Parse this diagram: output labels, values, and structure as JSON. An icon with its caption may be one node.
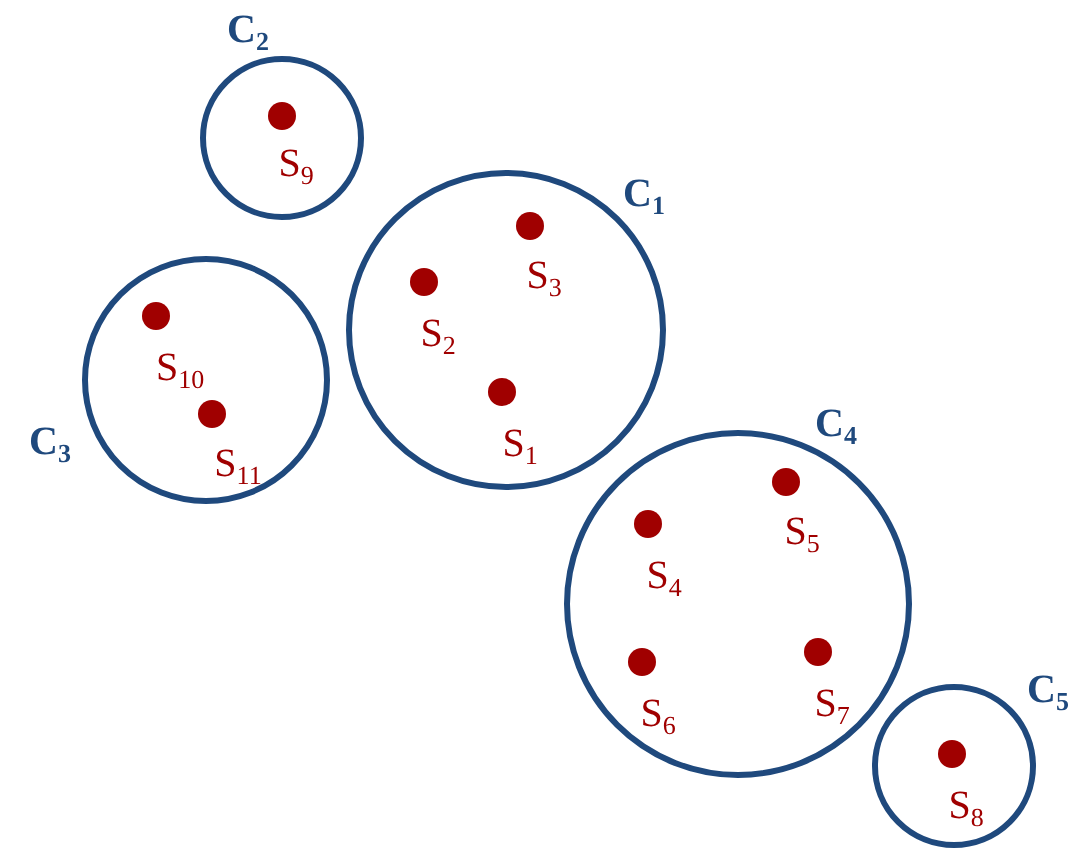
{
  "diagram": {
    "nodes": [
      {
        "text": [
          "C$_{2}$"
        ]
      },
      {
        "text": [
          "S$_{9}$"
        ],
        "in": 0
      },
      {
        "text": [
          "C$_{1}$"
        ]
      },
      {
        "text": [
          "S$_{3}$"
        ],
        "in": 2
      },
      {
        "text": [
          "S$_{2}$"
        ],
        "in": 2
      },
      {
        "text": [
          "S$_{1}$"
        ],
        "in": 2
      },
      {
        "text": [
          "C$_{3}$"
        ]
      },
      {
        "text": [
          "S$_{10}$"
        ],
        "in": 6
      },
      {
        "text": [
          "S$_{11}$"
        ],
        "in": 6
      },
      {
        "text": [
          "C$_{4}$"
        ]
      },
      {
        "text": [
          "S$_{4}$"
        ],
        "in": 9
      },
      {
        "text": [
          "S$_{5}$"
        ],
        "in": 9
      },
      {
        "text": [
          "S$_{6}$"
        ],
        "in": 9
      },
      {
        "text": [
          "S$_{7}$"
        ],
        "in": 9
      },
      {
        "text": [
          "C$_{5}$"
        ]
      },
      {
        "text": [
          "S$_{8}$"
        ],
        "in": 14
      }
    ]
  }
}
